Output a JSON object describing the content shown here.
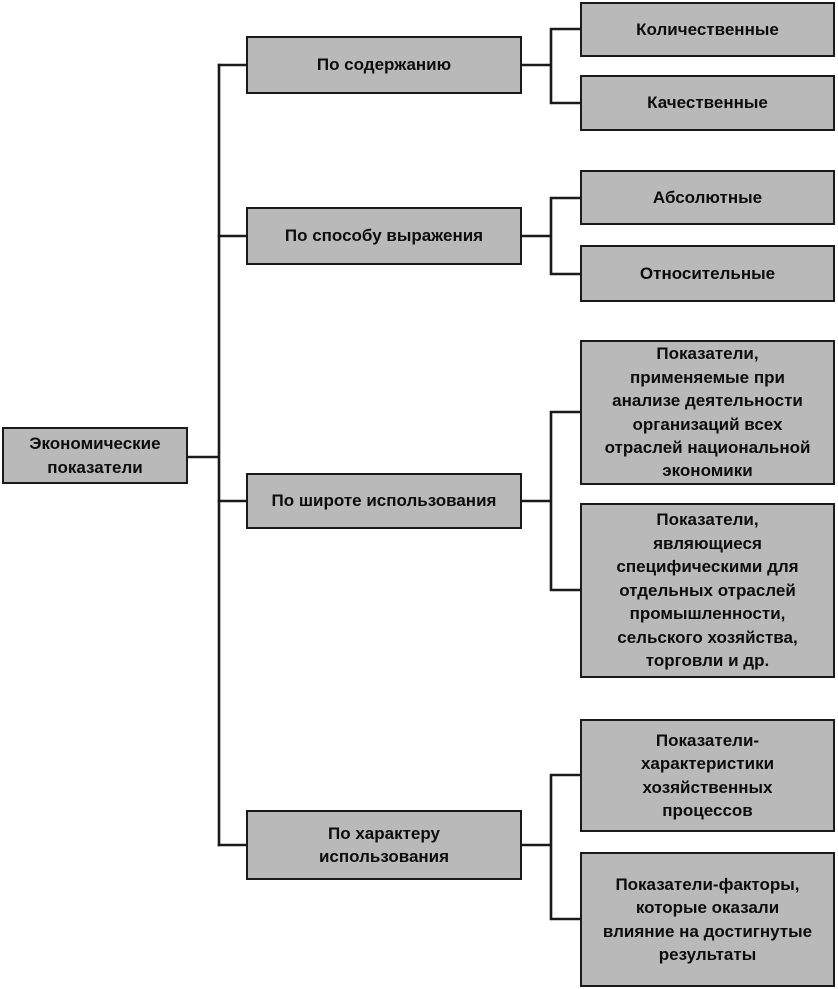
{
  "colors": {
    "background": "#ffffff",
    "box_fill": "#b9b9b9",
    "box_border": "#1a1a1a",
    "line": "#1a1a1a",
    "text": "#0d0d0d"
  },
  "diagram": {
    "root_label": "Экономические\nпоказатели",
    "groups": [
      {
        "category": "По содержанию",
        "children": [
          "Количественные",
          "Качественные"
        ]
      },
      {
        "category": "По способу выражения",
        "children": [
          "Абсолютные",
          "Относительные"
        ]
      },
      {
        "category": "По широте использования",
        "children": [
          "Показатели,\nприменяемые при\nанализе деятельности\nорганизаций всех\nотраслей национальной\nэкономики",
          "Показатели,\nявляющиеся\nспецифическими для\nотдельных отраслей\nпромышленности,\nсельского хозяйства,\nторговли и др."
        ]
      },
      {
        "category": "По характеру\nиспользования",
        "children": [
          "Показатели-\nхарактеристики\nхозяйственных\nпроцессов",
          "Показатели-факторы,\nкоторые оказали\nвлияние на достигнутые\nрезультаты"
        ]
      }
    ]
  }
}
